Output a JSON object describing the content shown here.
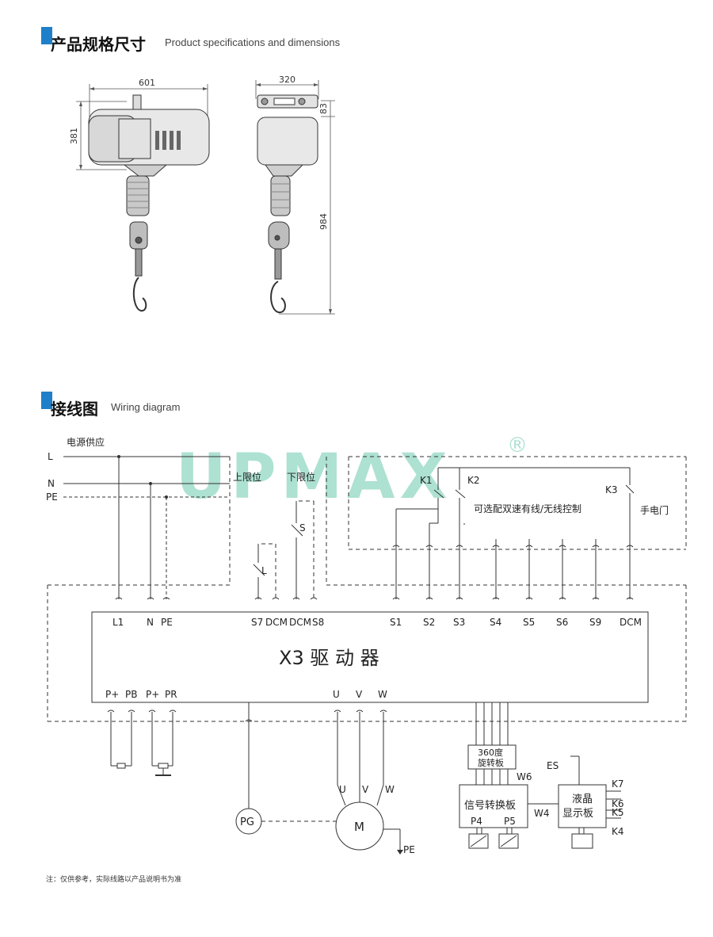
{
  "section_specs": {
    "title_zh": "产品规格尺寸",
    "title_en": "Product specifications and dimensions"
  },
  "section_wiring": {
    "title_zh": "接线图",
    "title_en": "Wiring diagram"
  },
  "dimensions": {
    "width_front": "601",
    "height_body": "381",
    "width_side": "320",
    "height_top": "83",
    "height_total": "984"
  },
  "watermark": {
    "text": "UPMAX",
    "mark": "®",
    "color": "#9fdccb"
  },
  "wiring": {
    "power_supply": "电源供应",
    "lines": [
      "L",
      "N",
      "PE"
    ],
    "upper_limit": "上限位",
    "lower_limit": "下限位",
    "limit_s": "S",
    "limit_l": "L",
    "k1": "K1",
    "k2": "K2",
    "k3": "K3",
    "optional_control": "可选配双速有线/无线控制",
    "hand_door": "手电门",
    "driver_title": "X3 驱 动 器",
    "terminals_top_left": [
      "L1",
      "N",
      "PE"
    ],
    "terminals_top_mid": [
      "S7",
      "DCM",
      "DCM",
      "S8"
    ],
    "terminals_top_right": [
      "S1",
      "S2",
      "S3",
      "S4",
      "S5",
      "S6",
      "S9",
      "DCM"
    ],
    "terminals_bottom_left": [
      "P+",
      "PB",
      "P+",
      "PR"
    ],
    "terminals_motor": [
      "U",
      "V",
      "W"
    ],
    "motor_wires": [
      "U",
      "V",
      "W"
    ],
    "motor": "M",
    "encoder": "PG",
    "pe": "PE",
    "rotary_board": [
      "360度",
      "旋转板"
    ],
    "w6": "W6",
    "signal_board": "信号转换板",
    "p4": "P4",
    "p5": "P5",
    "w4": "W4",
    "lcd_board": [
      "液晶",
      "显示板"
    ],
    "es": "ES",
    "k_right": [
      "K7",
      "K6",
      "K5",
      "K4"
    ]
  },
  "footnote": "注：仅供参考，实际线路以产品说明书为准",
  "colors": {
    "accent": "#1f7fc9",
    "line": "#333333"
  }
}
